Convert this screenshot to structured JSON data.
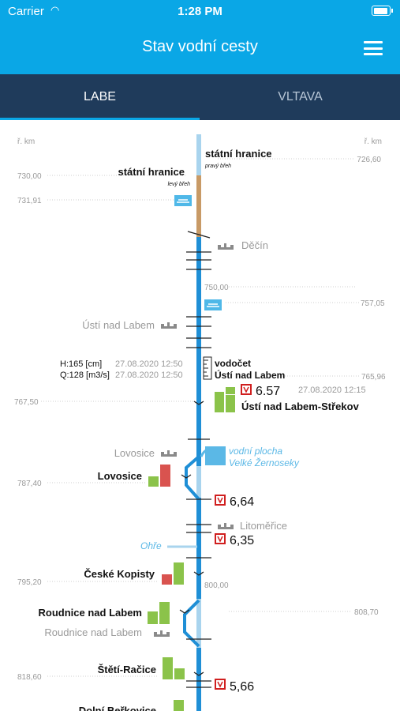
{
  "status_bar": {
    "carrier": "Carrier",
    "time": "1:28 PM"
  },
  "header": {
    "title": "Stav vodní cesty"
  },
  "tabs": [
    {
      "label": "LABE",
      "active": true
    },
    {
      "label": "VLTAVA",
      "active": false
    }
  ],
  "river": {
    "km_label_left": "ř. km",
    "km_label_right": "ř. km",
    "km": {
      "k730": "730,00",
      "k726": "726,60",
      "k731": "731,91",
      "k750": "750,00",
      "k757": "757,05",
      "k765": "765,96",
      "k767": "767,50",
      "k787": "787,40",
      "k795": "795,20",
      "k800": "800,00",
      "k808": "808,70",
      "k818": "818,60"
    },
    "border_right": {
      "title": "státní hranice",
      "sub": "pravý břeh"
    },
    "border_left": {
      "title": "státní hranice",
      "sub": "levý břeh"
    },
    "places": {
      "decin": "Děčín",
      "usti": "Ústí nad Labem",
      "lovosice_town": "Lovosice",
      "litomerice": "Litoměřice",
      "roudnice_town": "Roudnice nad Labem"
    },
    "gauge": {
      "h": "H:165 [cm]",
      "h_time": "27.08.2020 12:50",
      "q": "Q:128 [m3/s]",
      "q_time": "27.08.2020 12:50",
      "label1": "vodočet",
      "label2": "Ústí nad Labem"
    },
    "locks": {
      "strekov": "Ústí nad Labem-Střekov",
      "lovosice": "Lovosice",
      "ceske_kopisty": "České Kopisty",
      "roudnice": "Roudnice nad Labem",
      "steti": "Štětí-Račice",
      "dolni": "Dolní Beřkovice"
    },
    "depths": {
      "d1": "6.57",
      "d1_time": "27.08.2020 12:15",
      "d2": "6,64",
      "d3": "6,35",
      "d4": "5,66"
    },
    "water_area": {
      "line1": "vodní plocha",
      "line2": "Velké Žernoseky"
    },
    "tributary": "Ohře"
  },
  "colors": {
    "bar_blue": "#0aa7e6",
    "tab_bar": "#1f3b5b",
    "river_blue": "#1f8fd6",
    "river_light": "#a9d4ee",
    "river_brown": "#c89a66",
    "lock_green": "#8bc34a",
    "lock_red": "#d9534f",
    "gauge_red": "#d01f1f",
    "accent_blue": "#5bb8e6"
  }
}
